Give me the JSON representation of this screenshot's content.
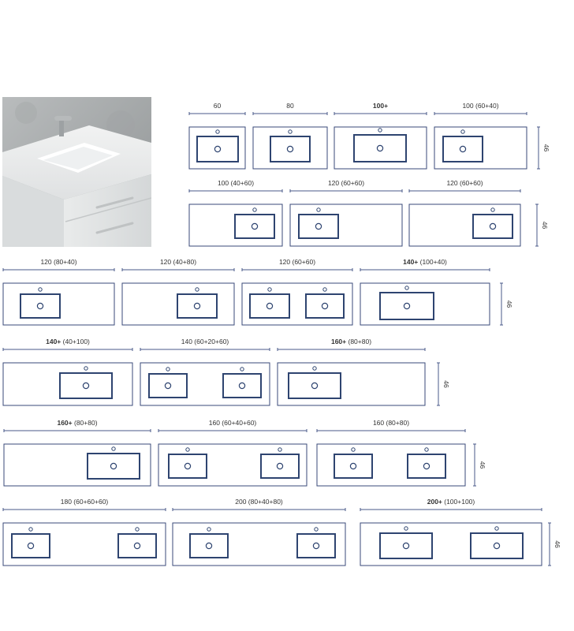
{
  "photo": {
    "alt": "washbasin-top"
  },
  "rows": [
    {
      "depth": "46",
      "items": [
        {
          "label": "60",
          "bold": "",
          "basins": [
            {}
          ]
        },
        {
          "label": "80",
          "bold": "",
          "basins": [
            {}
          ]
        },
        {
          "label": "",
          "bold": "100+",
          "basins": [
            {}
          ]
        },
        {
          "label": "100 (60+40)",
          "bold": "",
          "basins": [
            {}
          ]
        }
      ]
    },
    {
      "depth": "46",
      "items": [
        {
          "label": "100 (40+60)",
          "bold": "",
          "basins": [
            {}
          ]
        },
        {
          "label": "120 (60+60)",
          "bold": "",
          "basins": [
            {}
          ]
        },
        {
          "label": "120 (60+60)",
          "bold": "",
          "basins": [
            {}
          ]
        }
      ]
    },
    {
      "depth": "46",
      "items": [
        {
          "label": "120 (80+40)",
          "bold": "",
          "basins": [
            {}
          ]
        },
        {
          "label": "120 (40+80)",
          "bold": "",
          "basins": [
            {}
          ]
        },
        {
          "label": "120 (60+60)",
          "bold": "",
          "basins": [
            {},
            {}
          ]
        },
        {
          "label": " (100+40)",
          "bold": "140+",
          "basins": [
            {}
          ]
        }
      ]
    },
    {
      "depth": "46",
      "items": [
        {
          "label": " (40+100)",
          "bold": "140+",
          "basins": [
            {}
          ]
        },
        {
          "label": "140 (60+20+60)",
          "bold": "",
          "basins": [
            {},
            {}
          ]
        },
        {
          "label": " (80+80)",
          "bold": "160+",
          "basins": [
            {}
          ]
        }
      ]
    },
    {
      "depth": "46",
      "items": [
        {
          "label": " (80+80)",
          "bold": "160+",
          "basins": [
            {}
          ]
        },
        {
          "label": "160 (60+40+60)",
          "bold": "",
          "basins": [
            {},
            {}
          ]
        },
        {
          "label": "160 (80+80)",
          "bold": "",
          "basins": [
            {},
            {}
          ]
        }
      ]
    },
    {
      "depth": "46",
      "items": [
        {
          "label": "180 (60+60+60)",
          "bold": "",
          "basins": [
            {},
            {}
          ]
        },
        {
          "label": "200 (80+40+80)",
          "bold": "",
          "basins": [
            {},
            {}
          ]
        },
        {
          "label": " (100+100)",
          "bold": "200+",
          "basins": [
            {},
            {}
          ]
        }
      ]
    }
  ],
  "colors": {
    "outline": "#3a4a78",
    "basin": "#2e4470",
    "dim": "#4a5a8a",
    "text": "#333333"
  }
}
